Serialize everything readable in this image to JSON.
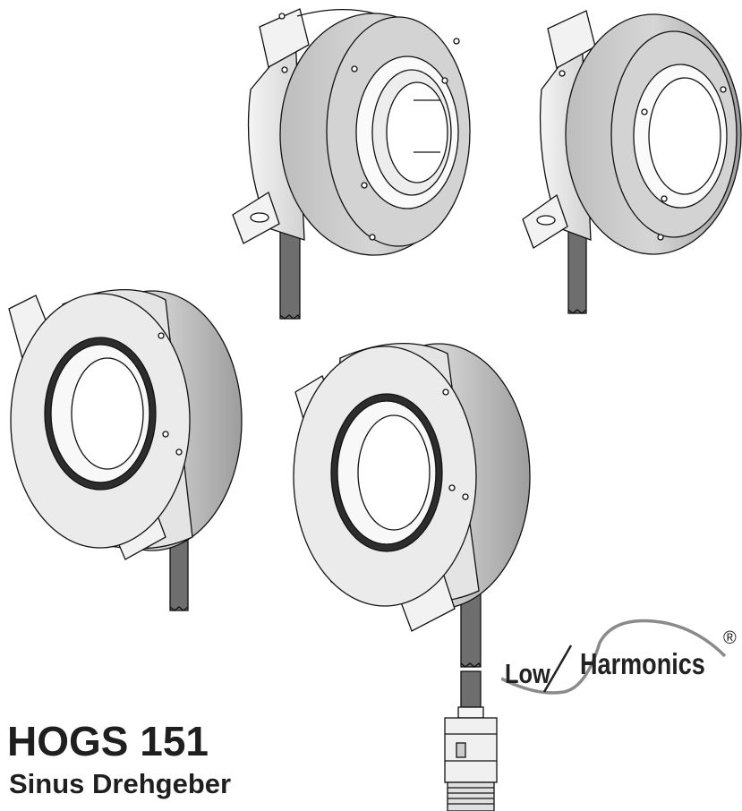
{
  "document": {
    "title": "HOGS 151",
    "subtitle": "Sinus Drehgeber"
  },
  "logo": {
    "word1": "Low",
    "word2": "Harmonics",
    "mark": "®"
  },
  "colors": {
    "body": "#c9c9c9",
    "face": "#eeeeee",
    "cable": "#6a6a6a",
    "outline": "#111111"
  }
}
